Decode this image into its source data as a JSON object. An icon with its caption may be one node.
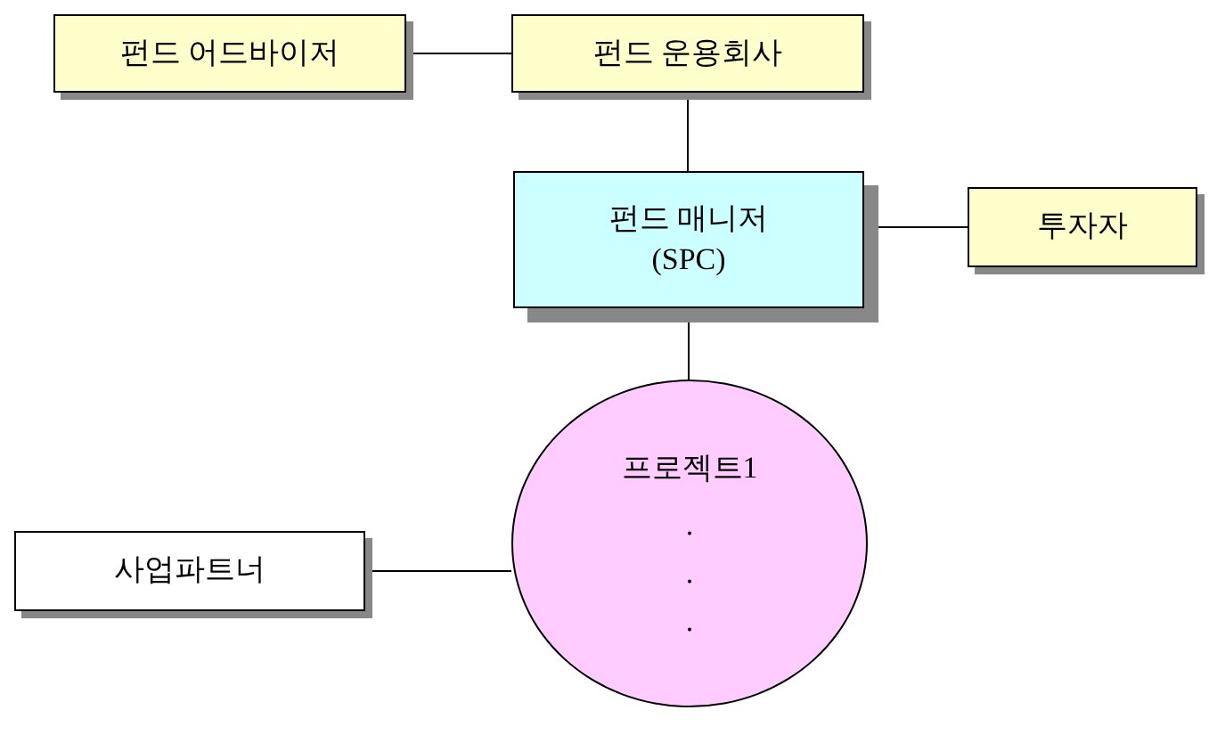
{
  "diagram": {
    "nodes": [
      {
        "text": [
          "펀드 어드바이저"
        ]
      },
      {
        "text": [
          "펀드 운용회사"
        ]
      },
      {
        "text": [
          "펀드 매니저",
          "(SPC)"
        ]
      },
      {
        "text": [
          "투자자"
        ]
      },
      {
        "text": [
          "프로젝트1",
          ". . ."
        ]
      },
      {
        "text": [
          "사업파트너"
        ]
      }
    ],
    "edges": [
      {
        "from": 0,
        "to": 1,
        "arrow": "none"
      },
      {
        "from": 1,
        "to": 2,
        "arrow": "none"
      },
      {
        "from": 2,
        "to": 3,
        "arrow": "none"
      },
      {
        "from": 2,
        "to": 4,
        "arrow": "none"
      },
      {
        "from": 5,
        "to": 4,
        "arrow": "none"
      }
    ]
  }
}
